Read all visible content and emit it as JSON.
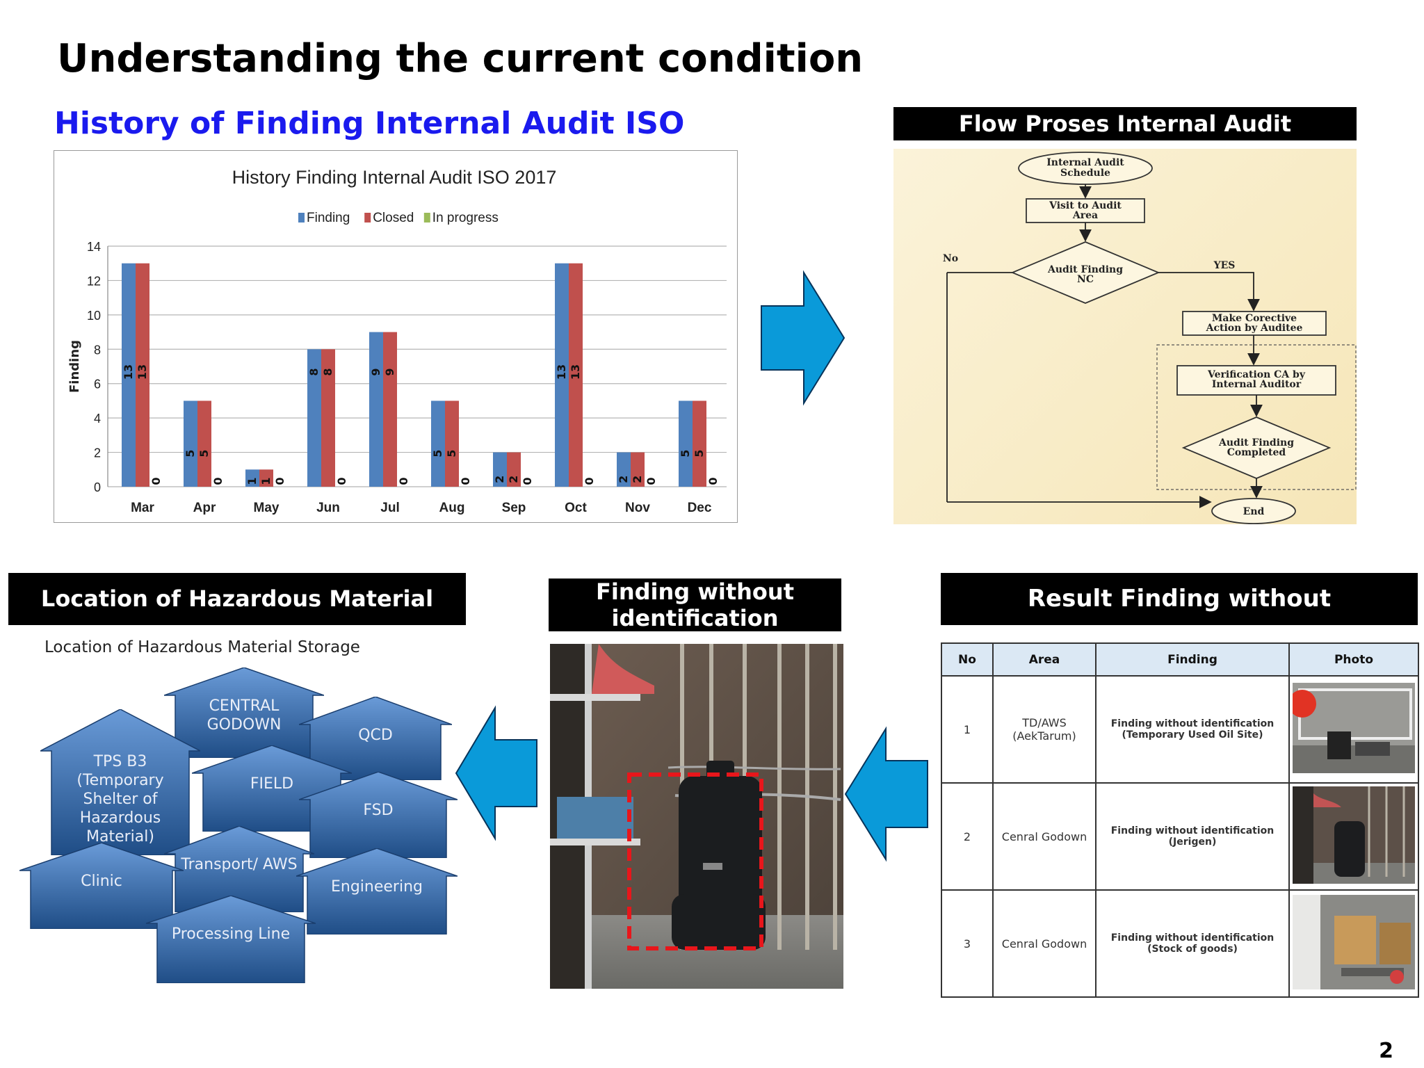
{
  "page_title": "Understanding the current condition",
  "chart_section_title": "History of Finding Internal Audit ISO",
  "flow_section_title": "Flow Proses Internal Audit",
  "hazard_section_title": "Location of Hazardous Material Storage",
  "finding_section_title": "Finding without identification",
  "result_section_title": "Result Finding without identification",
  "page_number": "2",
  "chart_data": {
    "type": "bar",
    "title": "History Finding Internal Audit ISO 2017",
    "ylabel": "Finding",
    "xlabel": "",
    "ylim": [
      0,
      14
    ],
    "yticks": [
      0,
      2,
      4,
      6,
      8,
      10,
      12,
      14
    ],
    "categories": [
      "Mar",
      "Apr",
      "May",
      "Jun",
      "Jul",
      "Aug",
      "Sep",
      "Oct",
      "Nov",
      "Dec"
    ],
    "series": [
      {
        "name": "Finding",
        "color": "#4f81bd",
        "values": [
          13,
          5,
          1,
          8,
          9,
          5,
          2,
          13,
          2,
          5
        ]
      },
      {
        "name": "Closed",
        "color": "#c0504d",
        "values": [
          13,
          5,
          1,
          8,
          9,
          5,
          2,
          13,
          2,
          5
        ]
      },
      {
        "name": "In progress",
        "color": "#9bbb59",
        "values": [
          0,
          0,
          0,
          0,
          0,
          0,
          0,
          0,
          0,
          0
        ]
      }
    ],
    "legend": "top",
    "grid": true
  },
  "flow": {
    "schedule": "Internal Audit Schedule",
    "visit": "Visit to Audit Area",
    "decision": "Audit Finding NC",
    "no_label": "No",
    "yes_label": "YES",
    "corrective": "Make Corective Action by Auditee",
    "verification": "Verification CA by Internal Auditor",
    "completed": "Audit Finding Completed",
    "end": "End"
  },
  "hazard": {
    "diagram_title": "Location of Hazardous Material Storage",
    "locations": [
      "CENTRAL GODOWN",
      "QCD",
      "TPS B3 (Temporary Shelter of Hazardous Material)",
      "FIELD",
      "FSD",
      "Transport/ AWS",
      "Clinic",
      "Engineering",
      "Processing Line"
    ]
  },
  "result_table": {
    "headers": [
      "No",
      "Area",
      "Finding",
      "Photo"
    ],
    "rows": [
      {
        "no": "1",
        "area": "TD/AWS (AekTarum)",
        "finding": "Finding without identification (Temporary Used Oil Site)"
      },
      {
        "no": "2",
        "area": "Cenral Godown",
        "finding": "Finding without identification (Jerigen)"
      },
      {
        "no": "3",
        "area": "Cenral Godown",
        "finding": "Finding without identification (Stock of goods)"
      }
    ]
  },
  "colors": {
    "heading_blue": "#1a1aee",
    "arrow_blue": "#0a9ad9",
    "house_dark": "#2a5a96",
    "house_light": "#5b8fd1",
    "highlight_red": "#e8161b"
  }
}
